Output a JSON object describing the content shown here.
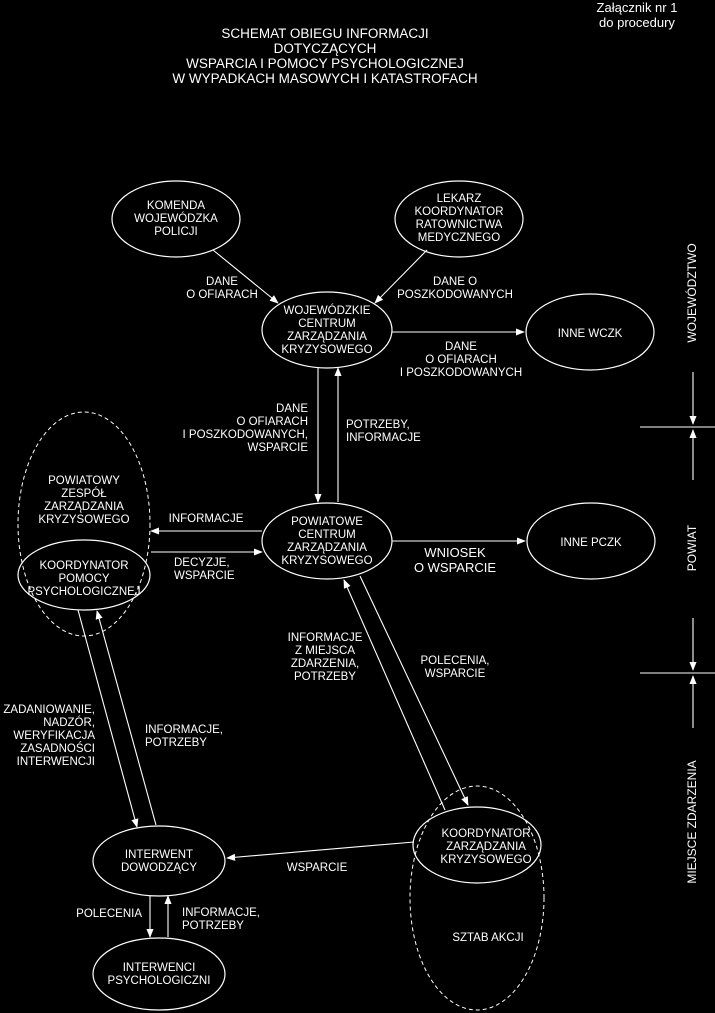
{
  "annex": [
    "Załącznik nr 1",
    "do procedury"
  ],
  "title": [
    "SCHEMAT OBIEGU INFORMACJI",
    "DOTYCZĄCYCH",
    "WSPARCIA  I POMOCY PSYCHOLOGICZNEJ",
    "W WYPADKACH MASOWYCH I KATASTROFACH"
  ],
  "levels": {
    "voivodeship": "WOJEWÓDZTWO",
    "county": "POWIAT",
    "incident": "MIEJSCE ZDARZENIA"
  },
  "nodes": {
    "police": [
      "KOMENDA",
      "WOJEWÓDZKA",
      "POLICJI"
    ],
    "doctor": [
      "LEKARZ",
      "KOORDYNATOR",
      "RATOWNICTWA",
      "MEDYCZNEGO"
    ],
    "wczk": [
      "WOJEWÓDZKIE",
      "CENTRUM",
      "ZARZĄDZANIA",
      "KRYZYSOWEGO"
    ],
    "other_wczk": [
      "INNE WCZK"
    ],
    "team": [
      "POWIATOWY",
      "ZESPÓŁ",
      "ZARZĄDZANIA",
      "KRYZYSOWEGO"
    ],
    "coord_psych": [
      "KOORDYNATOR",
      "POMOCY",
      "PSYCHOLOGICZNEJ"
    ],
    "pczk": [
      "POWIATOWE",
      "CENTRUM",
      "ZARZĄDZANIA",
      "KRYZYSOWEGO"
    ],
    "other_pczk": [
      "INNE PCZK"
    ],
    "coord_crisis": [
      "KOORDYNATOR",
      "ZARZĄDZANIA",
      "KRYZYSOWEGO"
    ],
    "staff": [
      "SZTAB AKCJI"
    ],
    "lead": [
      "INTERWENT",
      "DOWODZĄCY"
    ],
    "psychs": [
      "INTERWENCI",
      "PSYCHOLOGICZNI"
    ]
  },
  "edges": {
    "police_wczk": [
      "DANE",
      "O OFIARACH"
    ],
    "doctor_wczk": [
      "DANE O",
      "POSZKODOWANYCH"
    ],
    "wczk_other": [
      "DANE",
      "O OFIARACH",
      "I POSZKODOWANYCH"
    ],
    "wczk_pczk": [
      "DANE",
      "O OFIARACH",
      "I POSZKODOWANYCH,",
      "WSPARCIE"
    ],
    "pczk_wczk": [
      "POTRZEBY,",
      "INFORMACJE"
    ],
    "pczk_team_info": [
      "INFORMACJE"
    ],
    "team_pczk": [
      "DECYZJE,",
      "WSPARCIE"
    ],
    "pczk_other": [
      "WNIOSEK",
      "O WSPARCIE"
    ],
    "site_pczk": [
      "INFORMACJE",
      "Z MIEJSCA",
      "ZDARZENIA,",
      "POTRZEBY"
    ],
    "pczk_site": [
      "POLECENIA,",
      "WSPARCIE"
    ],
    "coord_lead": [
      "ZADANIOWANIE,",
      "NADZÓR,",
      "WERYFIKACJA",
      "ZASADNOŚCI",
      "INTERWENCJI"
    ],
    "lead_coord": [
      "INFORMACJE,",
      "POTRZEBY"
    ],
    "site_lead": [
      "WSPARCIE"
    ],
    "lead_psychs": [
      "POLECENIA"
    ],
    "psychs_lead": [
      "INFORMACJE,",
      "POTRZEBY"
    ]
  }
}
